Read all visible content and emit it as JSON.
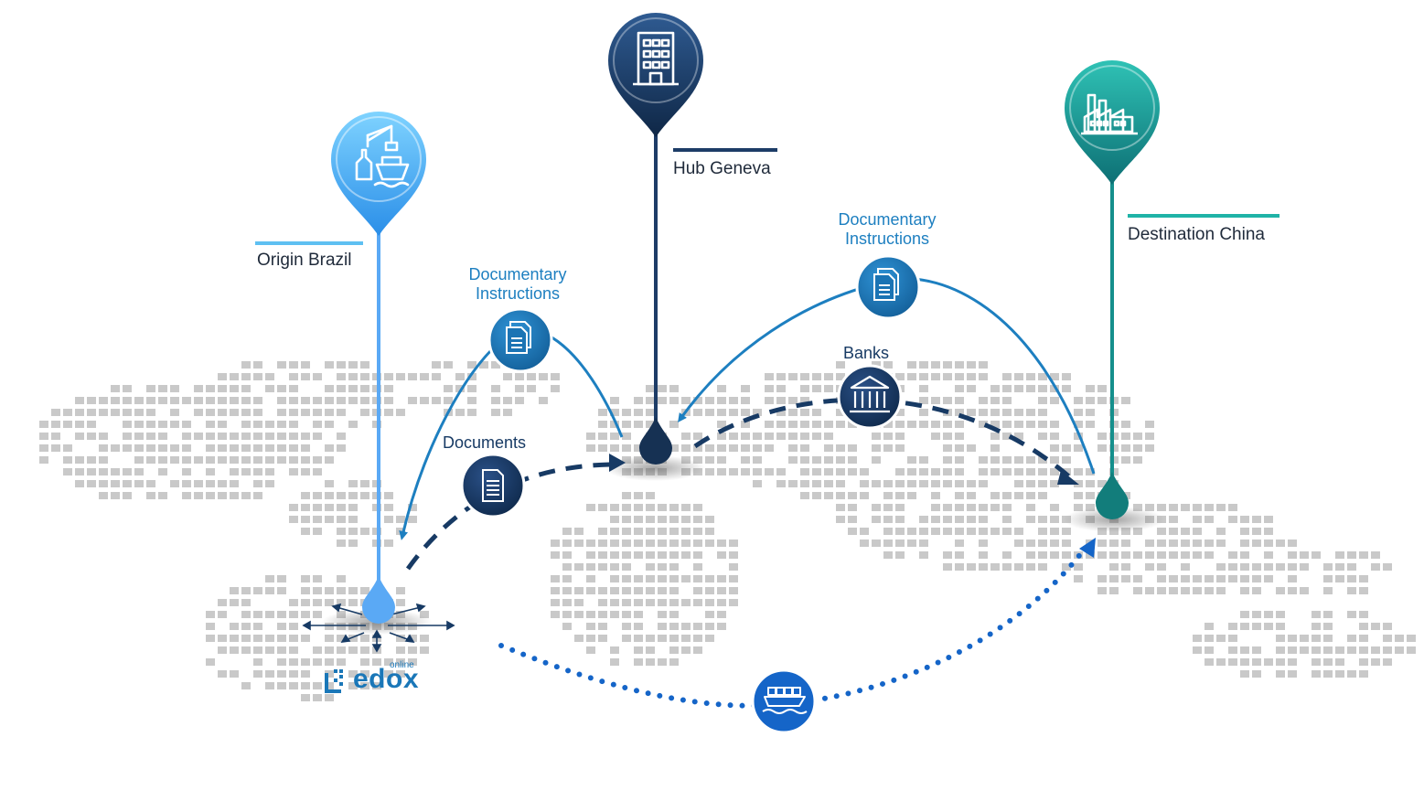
{
  "pins": {
    "origin": {
      "label": "Origin Brazil",
      "icon": "port-crane-icon",
      "color": "#4aa8f0"
    },
    "hub": {
      "label": "Hub Geneva",
      "icon": "office-building-icon",
      "color": "#1d3c67"
    },
    "destination": {
      "label": "Destination China",
      "icon": "factory-icon",
      "color": "#158f8c"
    }
  },
  "flows": {
    "docs_instructions_left": {
      "label_line1": "Documentary",
      "label_line2": "Instructions",
      "icon": "documents-stack-icon"
    },
    "docs_instructions_right": {
      "label_line1": "Documentary",
      "label_line2": "Instructions",
      "icon": "documents-stack-icon"
    },
    "documents": {
      "label": "Documents",
      "icon": "document-icon"
    },
    "banks": {
      "label": "Banks",
      "icon": "bank-icon"
    },
    "shipping": {
      "icon": "cargo-ship-icon"
    }
  },
  "brand": {
    "name": "edox",
    "superscript": "online"
  },
  "colors": {
    "flow_blue": "#1d7fc0",
    "flow_navy": "#173a64",
    "ship_dots": "#1565c8",
    "map_gray": "#c9c9c9"
  }
}
